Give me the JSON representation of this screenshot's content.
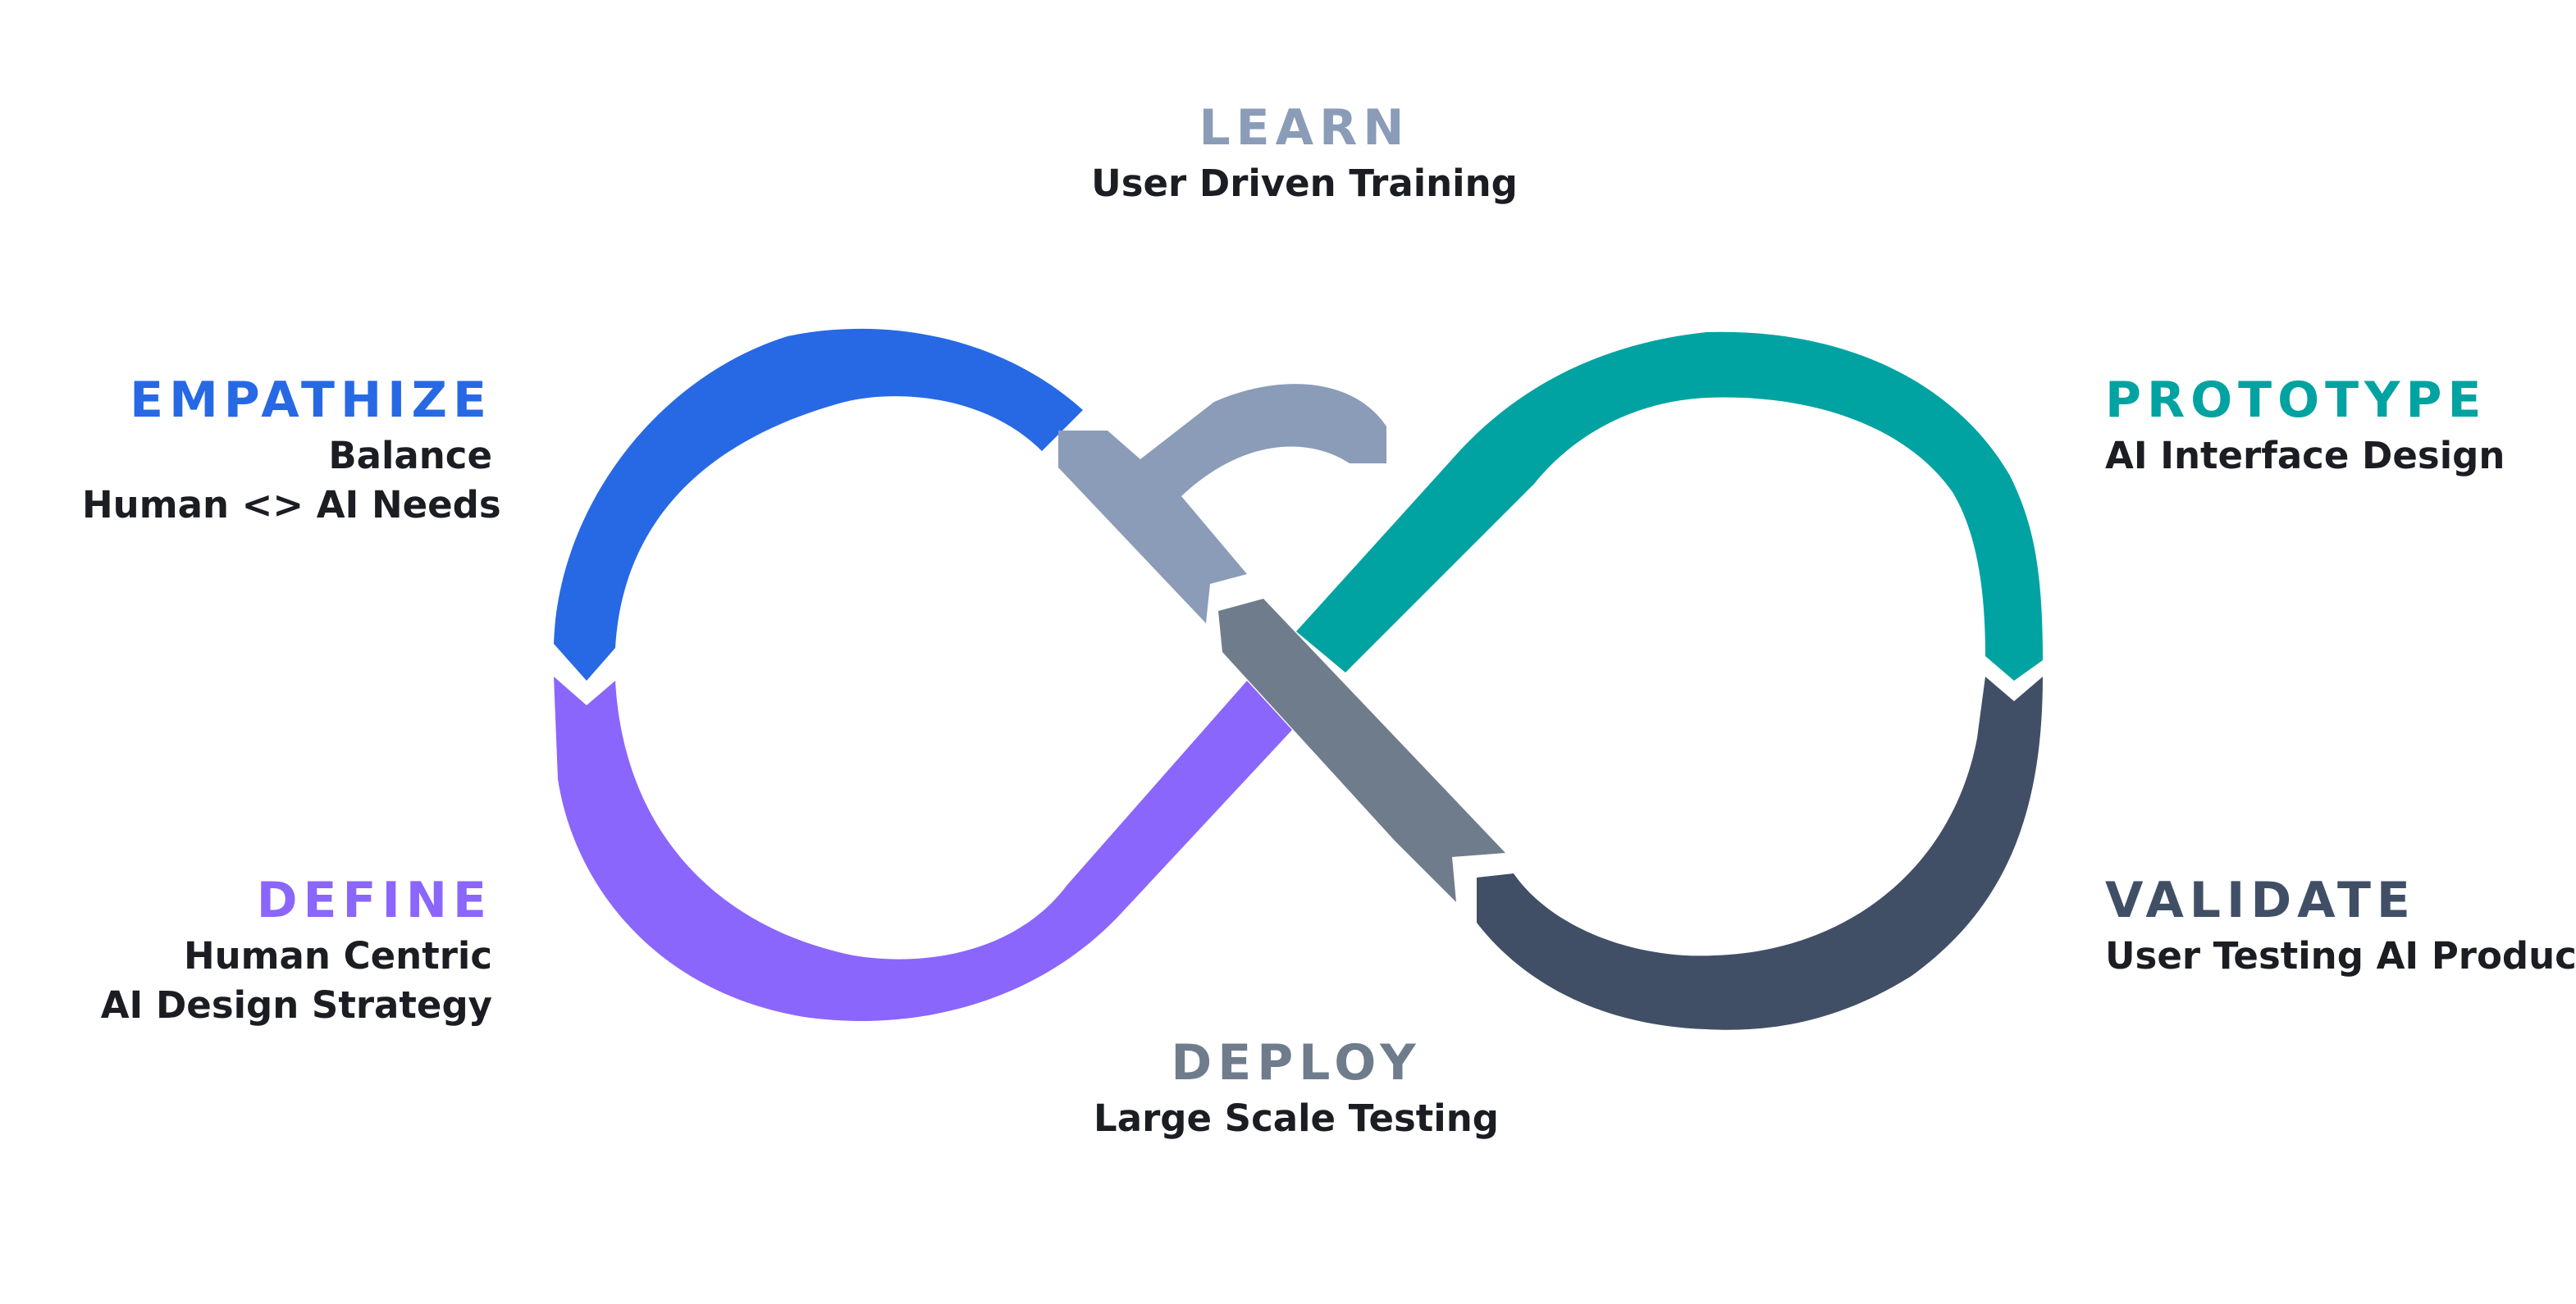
{
  "stages": {
    "learn": {
      "title": "LEARN",
      "lines": [
        "User Driven Training"
      ],
      "color": "#8b9cb8"
    },
    "empathize": {
      "title": "EMPATHIZE",
      "lines": [
        "Balance",
        "Human <> AI Needs"
      ],
      "color": "#2769e5"
    },
    "prototype": {
      "title": "PROTOTYPE",
      "lines": [
        "AI Interface Design"
      ],
      "color": "#00a3a1"
    },
    "define": {
      "title": "DEFINE",
      "lines": [
        "Human Centric",
        "AI Design Strategy"
      ],
      "color": "#8a66fc"
    },
    "validate": {
      "title": "VALIDATE",
      "lines": [
        "User Testing AI Products"
      ],
      "color": "#414f66"
    },
    "deploy": {
      "title": "DEPLOY",
      "lines": [
        "Large Scale Testing"
      ],
      "color": "#6f7c8c"
    }
  }
}
